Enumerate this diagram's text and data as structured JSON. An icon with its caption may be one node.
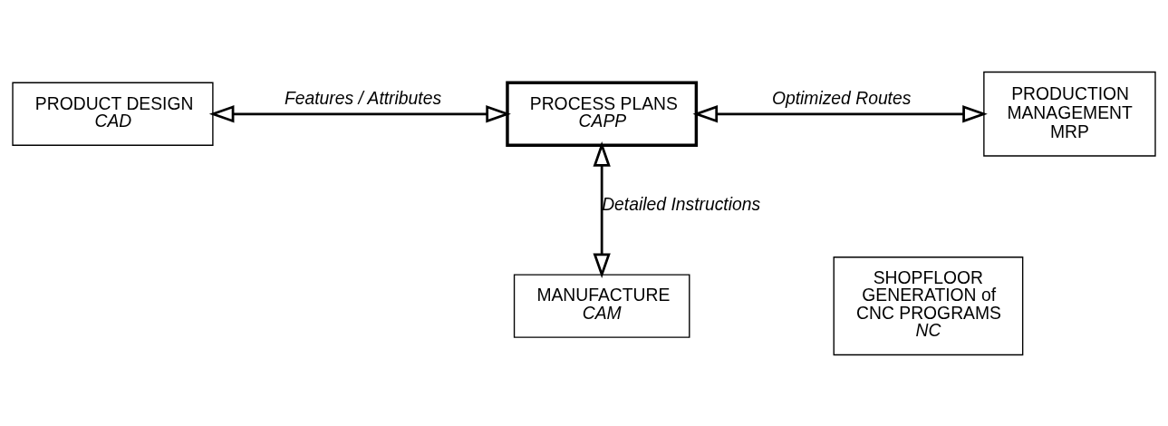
{
  "diagram": {
    "nodes": [
      {
        "text": [
          "PRODUCT DESIGN",
          "CAD"
        ]
      },
      {
        "text": [
          "PROCESS PLANS",
          "CAPP"
        ]
      },
      {
        "text": [
          "PRODUCTION MANAGEMENT",
          "MRP"
        ]
      },
      {
        "text": [
          "MANUFACTURE",
          "CAM"
        ]
      },
      {
        "text": [
          "SHOPFLOOR GENERATION of CNC PROGRAMS",
          "NC"
        ]
      }
    ],
    "edges": [
      {
        "from": 0,
        "to": 1,
        "arrow": "both",
        "label": "Features / Attributes"
      },
      {
        "from": 1,
        "to": 2,
        "arrow": "both",
        "label": "Optimized Routes"
      },
      {
        "from": 1,
        "to": 3,
        "arrow": "both",
        "label": "Detailed Instructions"
      }
    ]
  }
}
